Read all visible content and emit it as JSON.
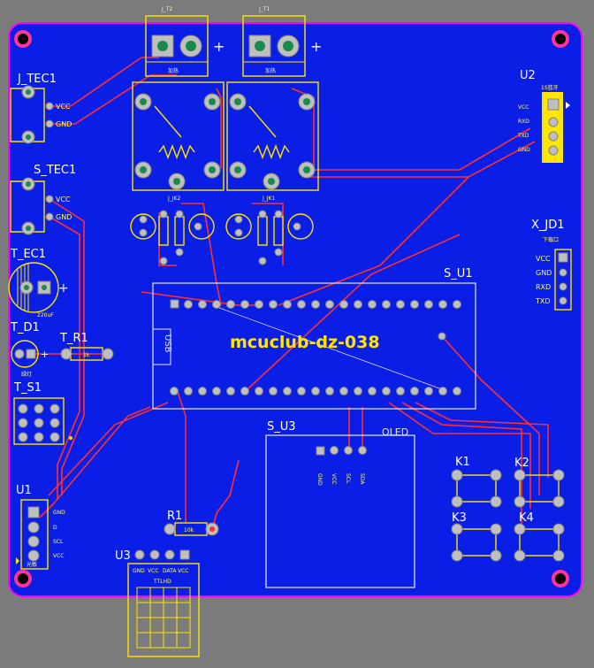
{
  "board": {
    "title": "mcuclub-dz-038",
    "colors": {
      "background": "#7b7b7b",
      "board": "#0b1ee6",
      "silk": "#ffe600",
      "label": "#ffffff",
      "trace": "#ff3030",
      "outline": "#ff00ff"
    }
  },
  "components": {
    "j_tec1": {
      "ref": "J_TEC1",
      "pins": [
        "VCC",
        "GND"
      ]
    },
    "s_tec1": {
      "ref": "S_TEC1",
      "pins": [
        "VCC",
        "GND"
      ]
    },
    "t_ec1": {
      "ref": "T_EC1",
      "value": "220uF",
      "plus": "+"
    },
    "t_d1": {
      "ref": "T_D1",
      "note": "绿灯"
    },
    "t_r1": {
      "ref": "T_R1",
      "value": "1k"
    },
    "t_s1": {
      "ref": "T_S1"
    },
    "u1": {
      "ref": "U1",
      "pins": [
        "GND",
        "D",
        "SCL",
        "VCC"
      ],
      "note": "光敏"
    },
    "r1": {
      "ref": "R1",
      "value": "10k"
    },
    "u3": {
      "ref": "U3",
      "note": "TTLHD",
      "pins": [
        "GND",
        "VCC",
        "DATA",
        "VCC"
      ]
    },
    "u2": {
      "ref": "U2",
      "note": "1S蓝牙",
      "pins": [
        "VCC",
        "RXD",
        "TXD",
        "GND"
      ]
    },
    "x_jd1": {
      "ref": "X_JD1",
      "note": "下载口",
      "pins": [
        "VCC",
        "GND",
        "RXD",
        "TXD"
      ]
    },
    "s_u1": {
      "ref": "S_U1",
      "usb": "USB"
    },
    "s_u3": {
      "ref": "S_U3",
      "note": "OLED",
      "pins": [
        "GND",
        "VCC",
        "SCL",
        "SDA"
      ]
    },
    "keys": [
      "K1",
      "K2",
      "K3",
      "K4"
    ],
    "top_connectors": [
      {
        "ref": "J_T2",
        "note": "加热"
      },
      {
        "ref": "J_T1",
        "note": "加热"
      }
    ],
    "relays": [
      "J_JK2",
      "J_JK1"
    ],
    "plus": "+"
  }
}
